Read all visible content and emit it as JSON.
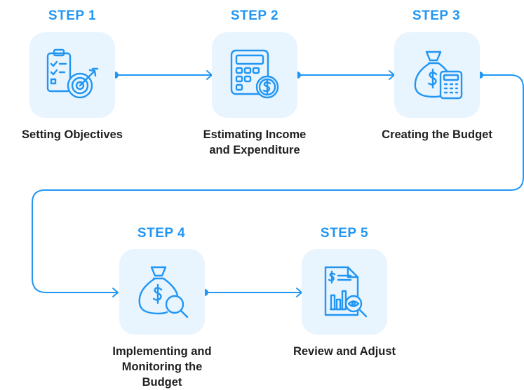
{
  "steps": [
    {
      "label": "STEP 1",
      "caption": [
        "Setting Objectives"
      ],
      "icon": "target-checklist-icon"
    },
    {
      "label": "STEP 2",
      "caption": [
        "Estimating Income",
        "and Expenditure"
      ],
      "icon": "calculator-coin-icon"
    },
    {
      "label": "STEP 3",
      "caption": [
        "Creating the Budget"
      ],
      "icon": "money-bag-calculator-icon"
    },
    {
      "label": "STEP 4",
      "caption": [
        "Implementing and",
        "Monitoring the",
        "Budget"
      ],
      "icon": "money-bag-magnifier-icon"
    },
    {
      "label": "STEP 5",
      "caption": [
        "Review and Adjust"
      ],
      "icon": "report-magnifier-icon"
    }
  ],
  "colors": {
    "accent": "#2196f3",
    "tile": "#e8f4fe",
    "text": "#1f1f1f"
  }
}
